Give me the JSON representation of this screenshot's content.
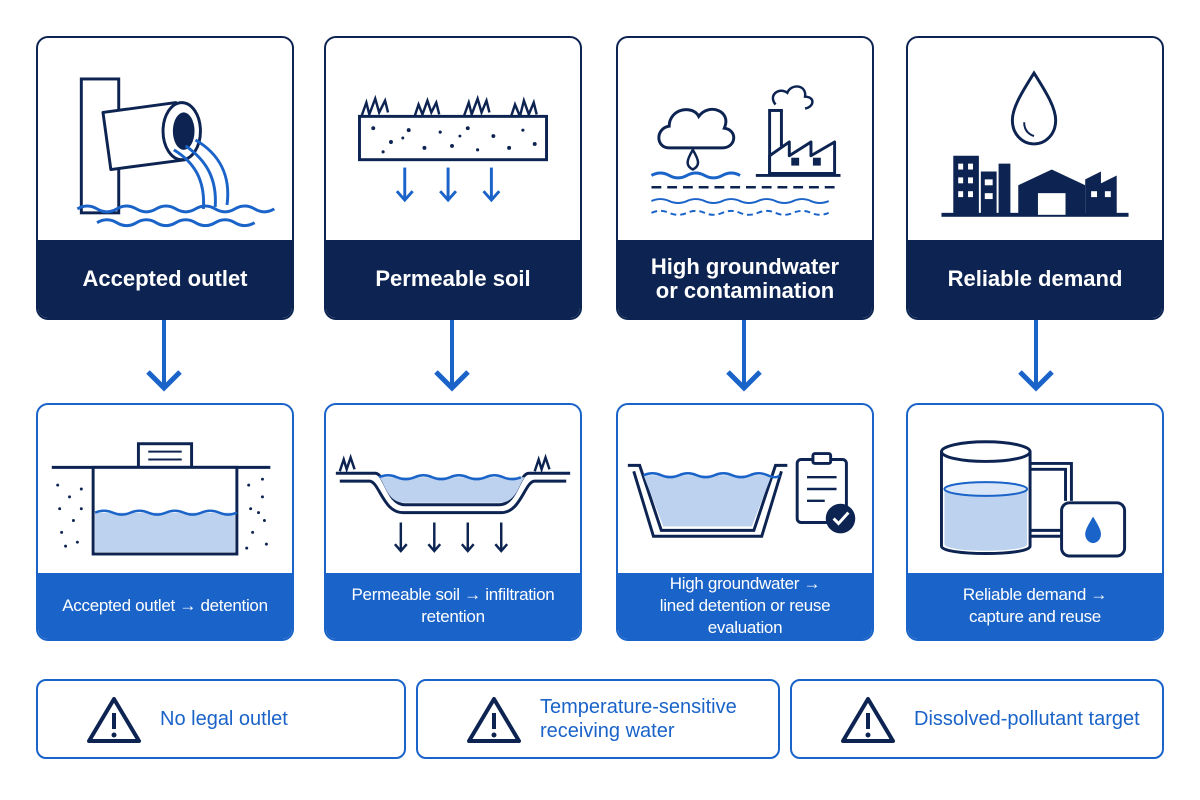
{
  "conditions": [
    {
      "label": "Accepted outlet",
      "icon": "pipe-outfall-icon"
    },
    {
      "label": "Permeable soil",
      "icon": "soil-infiltration-icon"
    },
    {
      "label": "High groundwater\nor contamination",
      "icon": "groundwater-factory-icon"
    },
    {
      "label": "Reliable demand",
      "icon": "city-water-drop-icon"
    }
  ],
  "strategies": [
    {
      "label": "Accepted outlet → detention",
      "icon": "detention-tank-icon"
    },
    {
      "label": "Permeable soil → infiltration retention",
      "icon": "infiltration-basin-icon"
    },
    {
      "label": "High groundwater →\nlined detention or reuse evaluation",
      "icon": "lined-basin-checklist-icon"
    },
    {
      "label": "Reliable demand →\ncapture and reuse",
      "icon": "reuse-tank-icon"
    }
  ],
  "constraints": [
    {
      "label": "No legal outlet",
      "icon": "warning-icon"
    },
    {
      "label": "Temperature-sensitive\nreceiving water",
      "icon": "warning-icon"
    },
    {
      "label": "Dissolved-pollutant target",
      "icon": "warning-icon"
    }
  ],
  "colors": {
    "navy": "#0d2452",
    "blue": "#1a63c8",
    "water_fill": "#bcd2ee"
  }
}
